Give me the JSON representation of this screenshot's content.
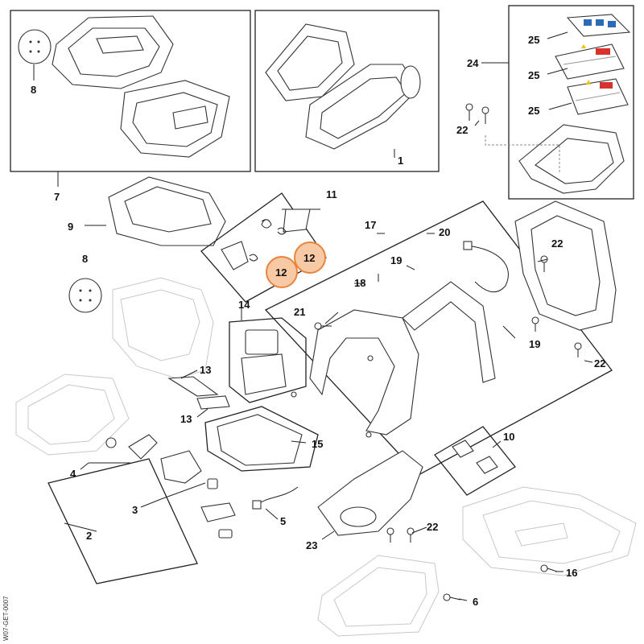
{
  "document_id": "W07-GET-0007",
  "callouts": [
    {
      "id": "c-1",
      "label": "1"
    },
    {
      "id": "c-2",
      "label": "2"
    },
    {
      "id": "c-3",
      "label": "3"
    },
    {
      "id": "c-4",
      "label": "4"
    },
    {
      "id": "c-5",
      "label": "5"
    },
    {
      "id": "c-6",
      "label": "6"
    },
    {
      "id": "c-7",
      "label": "7"
    },
    {
      "id": "c-8a",
      "label": "8"
    },
    {
      "id": "c-8b",
      "label": "8"
    },
    {
      "id": "c-9",
      "label": "9"
    },
    {
      "id": "c-10",
      "label": "10"
    },
    {
      "id": "c-11",
      "label": "11"
    },
    {
      "id": "c-12a",
      "label": "12"
    },
    {
      "id": "c-12b",
      "label": "12"
    },
    {
      "id": "c-13a",
      "label": "13"
    },
    {
      "id": "c-13b",
      "label": "13"
    },
    {
      "id": "c-14",
      "label": "14"
    },
    {
      "id": "c-15",
      "label": "15"
    },
    {
      "id": "c-16",
      "label": "16"
    },
    {
      "id": "c-17",
      "label": "17"
    },
    {
      "id": "c-18",
      "label": "18"
    },
    {
      "id": "c-19a",
      "label": "19"
    },
    {
      "id": "c-19b",
      "label": "19"
    },
    {
      "id": "c-20",
      "label": "20"
    },
    {
      "id": "c-21",
      "label": "21"
    },
    {
      "id": "c-22a",
      "label": "22"
    },
    {
      "id": "c-22b",
      "label": "22"
    },
    {
      "id": "c-22c",
      "label": "22"
    },
    {
      "id": "c-22d",
      "label": "22"
    },
    {
      "id": "c-23",
      "label": "23"
    },
    {
      "id": "c-24",
      "label": "24"
    },
    {
      "id": "c-25a",
      "label": "25"
    },
    {
      "id": "c-25b",
      "label": "25"
    },
    {
      "id": "c-25c",
      "label": "25"
    }
  ],
  "highlighted_callouts": [
    "c-12a",
    "c-12b"
  ],
  "colors": {
    "highlight_fill": "#f7c9a4",
    "highlight_stroke": "#e8843c",
    "line": "#222222",
    "ghost": "#c8c8c8",
    "warning_yellow": "#f2c200",
    "warning_red": "#d8322c",
    "warning_blue": "#2a6bb5"
  }
}
